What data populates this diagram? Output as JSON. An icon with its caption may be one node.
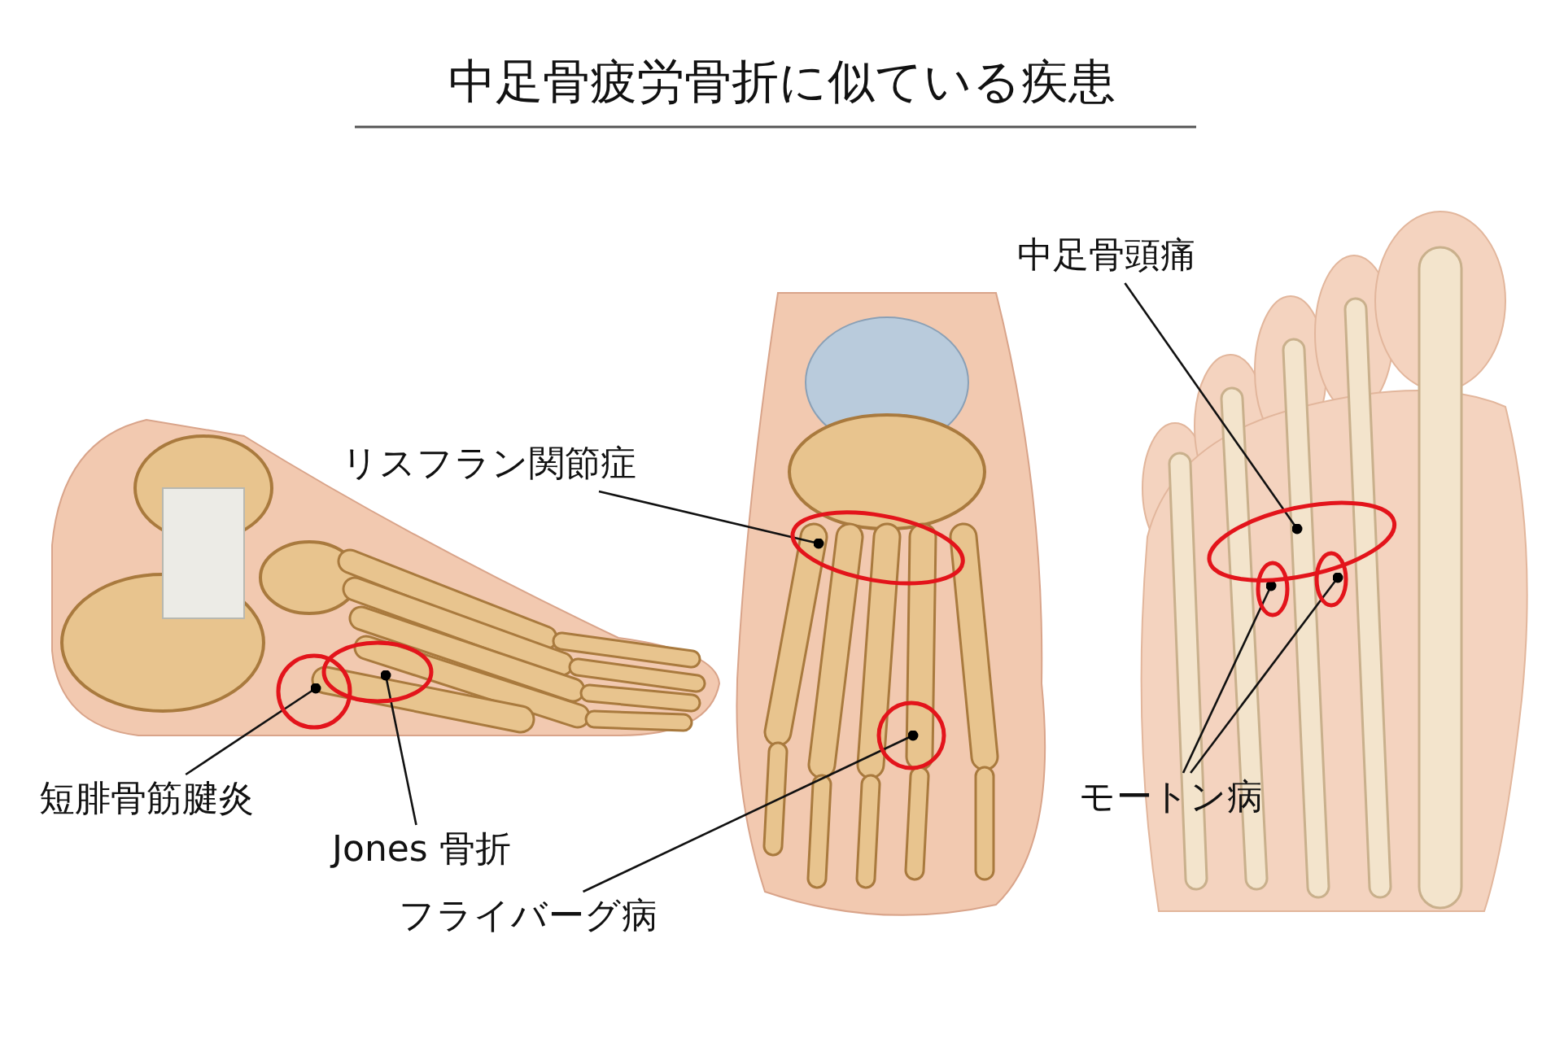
{
  "diagram": {
    "title": "中足骨疲労骨折に似ている疾患",
    "nodes": [
      {
        "text": [
          "短腓骨筋腱炎"
        ]
      },
      {
        "text": [],
        "shape": "circle"
      },
      {
        "text": [
          "Jones 骨折"
        ]
      },
      {
        "text": [],
        "shape": "circle"
      },
      {
        "text": [
          "リスフラン関節症"
        ]
      },
      {
        "text": [],
        "shape": "circle"
      },
      {
        "text": [
          "フライバーグ病"
        ]
      },
      {
        "text": [],
        "shape": "circle"
      },
      {
        "text": [
          "中足骨頭痛"
        ]
      },
      {
        "text": [],
        "shape": "circle"
      },
      {
        "text": [
          "モートン病"
        ]
      },
      {
        "text": [],
        "shape": "circle"
      },
      {
        "text": [],
        "shape": "circle"
      }
    ],
    "edges": [
      {
        "from": 0,
        "to": 1,
        "arrow": "other"
      },
      {
        "from": 2,
        "to": 3,
        "arrow": "other"
      },
      {
        "from": 4,
        "to": 5,
        "arrow": "other"
      },
      {
        "from": 6,
        "to": 7,
        "arrow": "other"
      },
      {
        "from": 8,
        "to": 9,
        "arrow": "other"
      },
      {
        "from": 10,
        "to": 11,
        "arrow": "other"
      },
      {
        "from": 10,
        "to": 12,
        "arrow": "other"
      }
    ]
  }
}
